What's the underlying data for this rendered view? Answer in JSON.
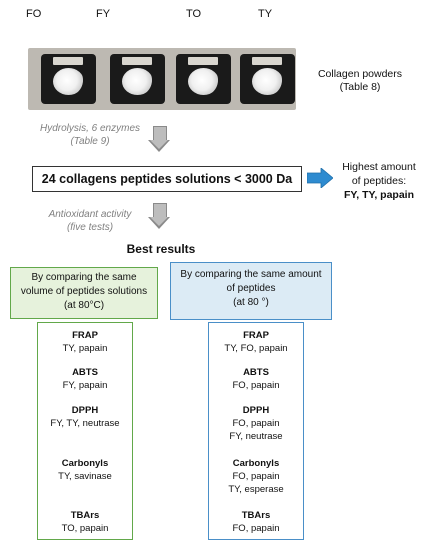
{
  "top_labels": [
    "FO",
    "FY",
    "TO",
    "TY"
  ],
  "collagen": {
    "title": "Collagen powders",
    "ref": "(Table 8)"
  },
  "hydrolysis": {
    "line1": "Hydrolysis, 6 enzymes",
    "line2": "(Table 9)"
  },
  "main_box": "24 collagens peptides solutions < 3000 Da",
  "highest": {
    "line1": "Highest amount",
    "line2": "of peptides:",
    "line3": "FY, TY, papain"
  },
  "antioxidant": {
    "line1": "Antioxidant activity",
    "line2": "(five tests)"
  },
  "best_results": "Best results",
  "left_header": {
    "line1": "By comparing the same",
    "line2": "volume of peptides solutions",
    "line3": "(at 80°C)"
  },
  "right_header": {
    "line1": "By comparing the same amount",
    "line2": "of peptides",
    "line3": "(at 80 °)"
  },
  "left_results": [
    {
      "test": "FRAP",
      "lines": [
        "TY, papain"
      ]
    },
    {
      "test": "ABTS",
      "lines": [
        "FY, papain"
      ]
    },
    {
      "test": "DPPH",
      "lines": [
        "FY, TY, neutrase"
      ]
    },
    {
      "test": "Carbonyls",
      "lines": [
        "TY, savinase"
      ]
    },
    {
      "test": "TBArs",
      "lines": [
        "TO, papain"
      ]
    }
  ],
  "right_results": [
    {
      "test": "FRAP",
      "lines": [
        "TY, FO, papain"
      ]
    },
    {
      "test": "ABTS",
      "lines": [
        "FO, papain"
      ]
    },
    {
      "test": "DPPH",
      "lines": [
        "FO, papain",
        "FY, neutrase"
      ]
    },
    {
      "test": "Carbonyls",
      "lines": [
        "FO, papain",
        "TY, esperase"
      ]
    },
    {
      "test": "TBArs",
      "lines": [
        "FO, papain"
      ]
    }
  ],
  "tray_tags": [
    "",
    "",
    "",
    ""
  ],
  "colors": {
    "green_border": "#62a84a",
    "green_fill": "#e6f2dc",
    "blue_border": "#4a8fc8",
    "blue_fill": "#dcebf5",
    "arrow_blue": "#2e8bd0",
    "arrow_gray": "#bdbdbd"
  }
}
